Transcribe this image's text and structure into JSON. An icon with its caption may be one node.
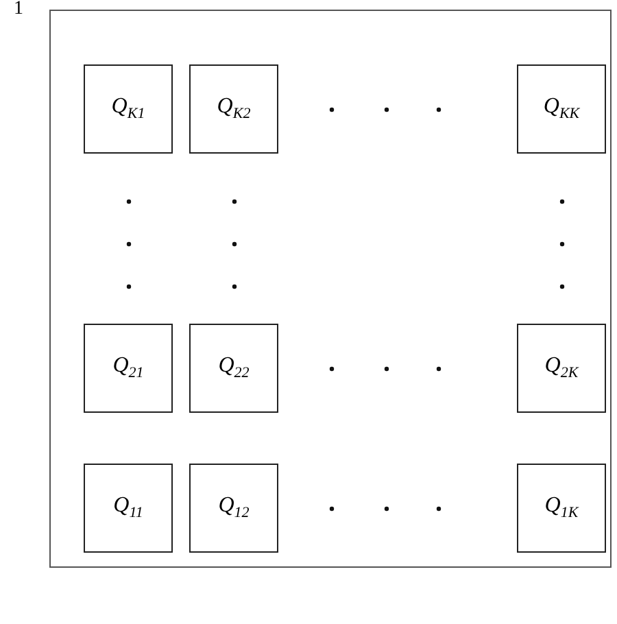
{
  "diagram": {
    "nodes": [
      {
        "text": [],
        "shape": "box"
      },
      {
        "text": [
          "Q$_{K1}$"
        ],
        "in": 0
      },
      {
        "text": [
          "Q$_{K2}$"
        ],
        "in": 0
      },
      {
        "text": [
          "Q$_{KK}$"
        ],
        "in": 0
      },
      {
        "text": [
          "Q$_{21}$"
        ],
        "in": 0
      },
      {
        "text": [
          "Q$_{22}$"
        ],
        "in": 0
      },
      {
        "text": [
          "Q$_{2K}$"
        ],
        "in": 0
      },
      {
        "text": [
          "Q$_{11}$"
        ],
        "in": 0
      },
      {
        "text": [
          "Q$_{12}$"
        ],
        "in": 0
      },
      {
        "text": [
          "Q$_{1K}$"
        ],
        "in": 0
      }
    ],
    "labels": [
      "1"
    ]
  }
}
